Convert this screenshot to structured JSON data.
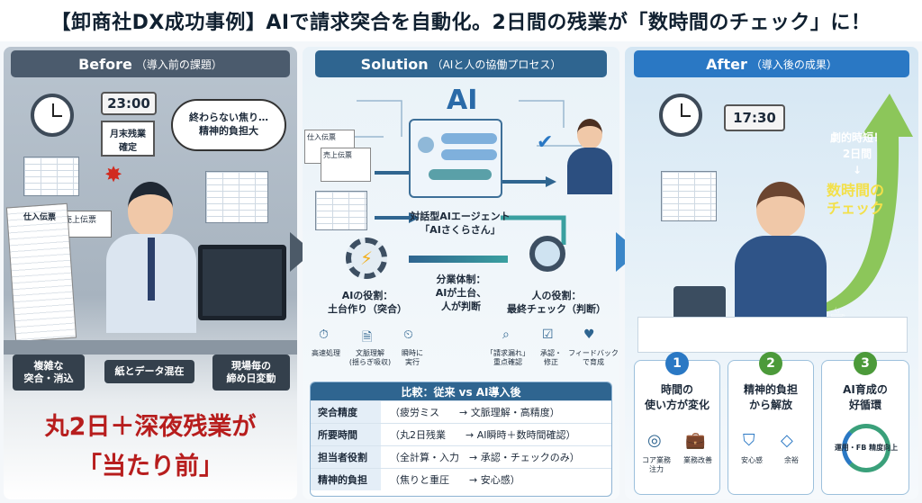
{
  "title": "【卸商社DX成功事例】AIで請求突合を自動化。2日間の残業が「数時間のチェック」に！",
  "before": {
    "header": "Before",
    "header_sub": "（導入前の課題）",
    "clock_time": "23:00",
    "calendar_text": "月末残業\n確定",
    "bubble": "終わらない焦り…\n精神的負担大",
    "doc_label1": "仕入伝票",
    "doc_label2": "売上伝票",
    "issues": [
      "複雑な\n突合・消込",
      "紙とデータ混在",
      "現場毎の\n締め日変動"
    ],
    "headline_line1": "丸2日＋深夜残業が",
    "headline_line2": "「当たり前」"
  },
  "solution": {
    "header": "Solution",
    "header_sub": "（AIと人の協働プロセス）",
    "ai_text": "AI",
    "doc_label1": "仕入伝票",
    "doc_label2": "売上伝票",
    "agent_label": "対話型AIエージェント\n「AIさくらさん」",
    "ai_role": "AIの役割：\n土台作り（突合）",
    "division": "分業体制：\nAIが土台、\n人が判断",
    "human_role": "人の役割：\n最終チェック（判断）",
    "ai_items": [
      "高速処理",
      "文脈理解\n(揺らぎ吸収)",
      "瞬時に\n実行"
    ],
    "human_items": [
      "「請求漏れ」\n重点確認",
      "承認・\n修正",
      "フィードバック\nで育成"
    ],
    "compare_title": "比較：従来 vs AI導入後",
    "compare_rows": [
      {
        "k": "突合精度",
        "v": "（疲労ミス　　→ 文脈理解・高精度）"
      },
      {
        "k": "所要時間",
        "v": "（丸2日残業　　→ AI瞬時＋数時間確認）"
      },
      {
        "k": "担当者役割",
        "v": "（全計算・入力　→ 承認・チェックのみ）"
      },
      {
        "k": "精神的負担",
        "v": "（焦りと重圧　　→ 安心感）"
      }
    ]
  },
  "after": {
    "header": "After",
    "header_sub": "（導入後の成果）",
    "clock_time": "17:30",
    "arrow_text1": "劇的時短！",
    "arrow_text2": "2日間",
    "arrow_text3": "↓",
    "arrow_text4": "数時間の\nチェック",
    "cards": [
      {
        "num": "1",
        "title": "時間の\n使い方が変化",
        "items": [
          "コア業務\n注力",
          "業務改善"
        ]
      },
      {
        "num": "2",
        "title": "精神的負担\nから解放",
        "items": [
          "安心感",
          "余裕"
        ]
      },
      {
        "num": "3",
        "title": "AI育成の\n好循環",
        "items": [
          "運用・FB 精度向上"
        ]
      }
    ]
  },
  "colors": {
    "red": "#b71d1d",
    "blue": "#2a78c4",
    "green": "#4c9a3a",
    "dark": "#34404c"
  }
}
